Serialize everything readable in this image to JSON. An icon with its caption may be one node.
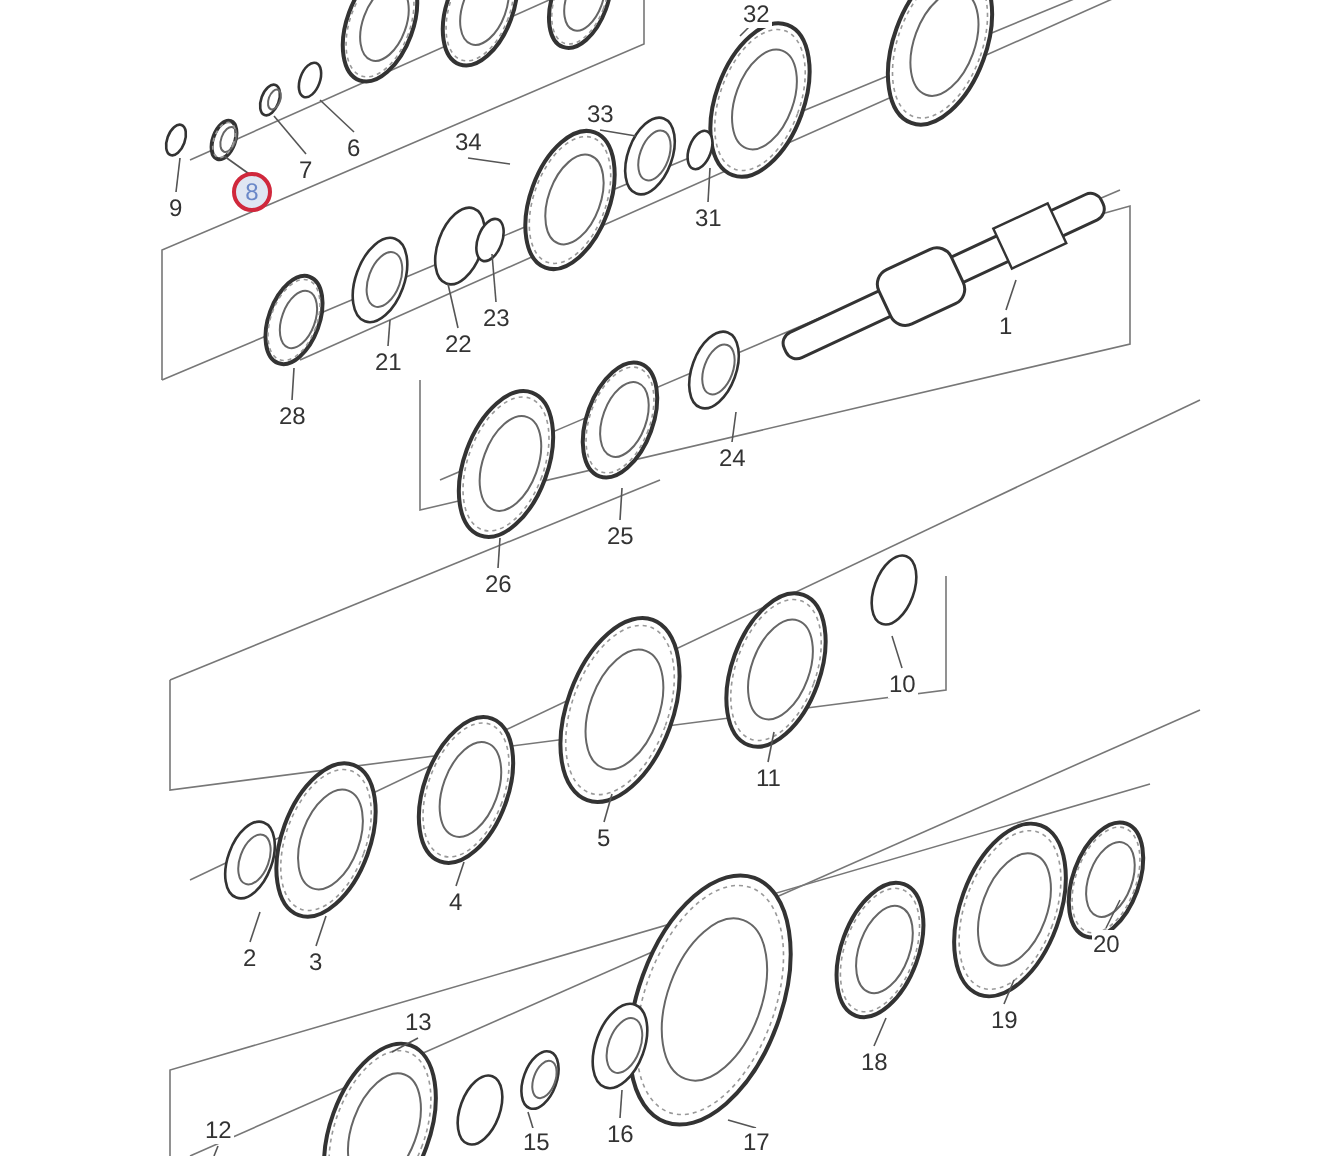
{
  "diagram": {
    "nodes": [
      {
        "text": [
          "32"
        ]
      },
      {
        "text": [
          "6"
        ]
      },
      {
        "text": [
          "7"
        ]
      },
      {
        "text": [
          "34"
        ]
      },
      {
        "text": [
          "33"
        ]
      },
      {
        "text": [
          "9"
        ]
      },
      {
        "text": [
          "8"
        ]
      },
      {
        "text": [
          "31"
        ]
      },
      {
        "text": [
          "1"
        ]
      },
      {
        "text": [
          "23"
        ]
      },
      {
        "text": [
          "22"
        ]
      },
      {
        "text": [
          "21"
        ]
      },
      {
        "text": [
          "28"
        ]
      },
      {
        "text": [
          "24"
        ]
      },
      {
        "text": [
          "25"
        ]
      },
      {
        "text": [
          "26"
        ]
      },
      {
        "text": [
          "10"
        ]
      },
      {
        "text": [
          "11"
        ]
      },
      {
        "text": [
          "5"
        ]
      },
      {
        "text": [
          "20"
        ]
      },
      {
        "text": [
          "4"
        ]
      },
      {
        "text": [
          "2"
        ]
      },
      {
        "text": [
          "3"
        ]
      },
      {
        "text": [
          "19"
        ]
      },
      {
        "text": [
          "13"
        ]
      },
      {
        "text": [
          "18"
        ]
      },
      {
        "text": [
          "12"
        ]
      },
      {
        "text": [
          "16"
        ]
      },
      {
        "text": [
          "17"
        ]
      },
      {
        "text": [
          "15"
        ]
      }
    ],
    "edges": [
      {
        "from": 0,
        "to": null,
        "arrow": "none"
      },
      {
        "from": 1,
        "to": null,
        "arrow": "none"
      },
      {
        "from": 2,
        "to": null,
        "arrow": "none"
      },
      {
        "from": 3,
        "to": null,
        "arrow": "none"
      },
      {
        "from": 4,
        "to": null,
        "arrow": "none"
      },
      {
        "from": 5,
        "to": null,
        "arrow": "none"
      },
      {
        "from": 6,
        "to": null,
        "arrow": "none"
      },
      {
        "from": 7,
        "to": null,
        "arrow": "none"
      },
      {
        "from": 8,
        "to": null,
        "arrow": "none"
      },
      {
        "from": 9,
        "to": null,
        "arrow": "none"
      },
      {
        "from": 10,
        "to": null,
        "arrow": "none"
      },
      {
        "from": 11,
        "to": null,
        "arrow": "none"
      },
      {
        "from": 12,
        "to": null,
        "arrow": "none"
      },
      {
        "from": 13,
        "to": null,
        "arrow": "none"
      },
      {
        "from": 14,
        "to": null,
        "arrow": "none"
      },
      {
        "from": 15,
        "to": null,
        "arrow": "none"
      },
      {
        "from": 16,
        "to": null,
        "arrow": "none"
      },
      {
        "from": 17,
        "to": null,
        "arrow": "none"
      },
      {
        "from": 18,
        "to": null,
        "arrow": "none"
      },
      {
        "from": 19,
        "to": null,
        "arrow": "none"
      },
      {
        "from": 20,
        "to": null,
        "arrow": "none"
      },
      {
        "from": 21,
        "to": null,
        "arrow": "none"
      },
      {
        "from": 22,
        "to": null,
        "arrow": "none"
      },
      {
        "from": 23,
        "to": null,
        "arrow": "none"
      },
      {
        "from": 24,
        "to": null,
        "arrow": "none"
      },
      {
        "from": 25,
        "to": null,
        "arrow": "none"
      },
      {
        "from": 26,
        "to": null,
        "arrow": "none"
      },
      {
        "from": 27,
        "to": null,
        "arrow": "none"
      },
      {
        "from": 28,
        "to": null,
        "arrow": "none"
      },
      {
        "from": 29,
        "to": null,
        "arrow": "none"
      }
    ]
  }
}
